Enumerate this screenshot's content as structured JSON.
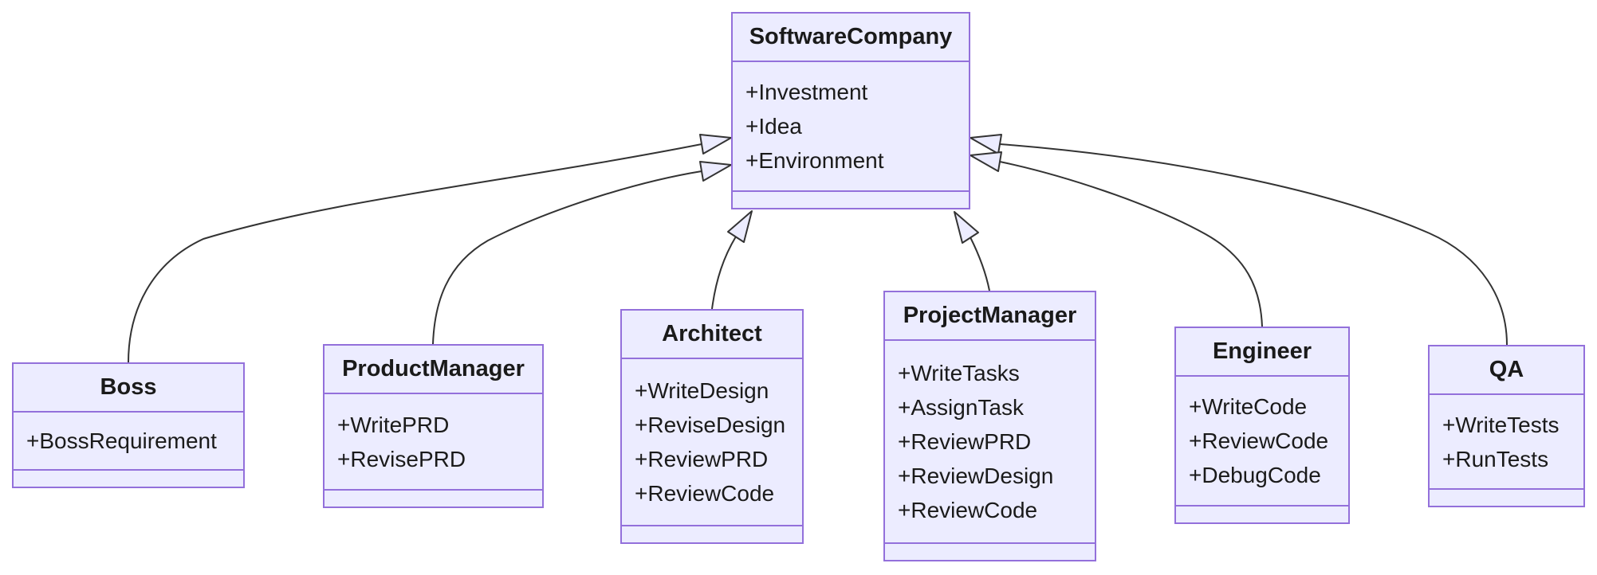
{
  "diagram": {
    "type": "uml-class-diagram",
    "relation_type": "inheritance"
  },
  "classes": {
    "softwarecompany": {
      "title": "SoftwareCompany",
      "members": [
        "+Investment",
        "+Idea",
        "+Environment"
      ]
    },
    "boss": {
      "title": "Boss",
      "members": [
        "+BossRequirement"
      ]
    },
    "productmanager": {
      "title": "ProductManager",
      "members": [
        "+WritePRD",
        "+RevisePRD"
      ]
    },
    "architect": {
      "title": "Architect",
      "members": [
        "+WriteDesign",
        "+ReviseDesign",
        "+ReviewPRD",
        "+ReviewCode"
      ]
    },
    "projectmanager": {
      "title": "ProjectManager",
      "members": [
        "+WriteTasks",
        "+AssignTask",
        "+ReviewPRD",
        "+ReviewDesign",
        "+ReviewCode"
      ]
    },
    "engineer": {
      "title": "Engineer",
      "members": [
        "+WriteCode",
        "+ReviewCode",
        "+DebugCode"
      ]
    },
    "qa": {
      "title": "QA",
      "members": [
        "+WriteTests",
        "+RunTests"
      ]
    }
  },
  "relations": [
    {
      "from": "Boss",
      "to": "SoftwareCompany",
      "type": "inheritance"
    },
    {
      "from": "ProductManager",
      "to": "SoftwareCompany",
      "type": "inheritance"
    },
    {
      "from": "Architect",
      "to": "SoftwareCompany",
      "type": "inheritance"
    },
    {
      "from": "ProjectManager",
      "to": "SoftwareCompany",
      "type": "inheritance"
    },
    {
      "from": "Engineer",
      "to": "SoftwareCompany",
      "type": "inheritance"
    },
    {
      "from": "QA",
      "to": "SoftwareCompany",
      "type": "inheritance"
    }
  ],
  "colors": {
    "node_fill": "#ECECFF",
    "node_border": "#9370DB",
    "edge": "#333333",
    "text": "#1a1a1a",
    "background": "#ffffff"
  }
}
